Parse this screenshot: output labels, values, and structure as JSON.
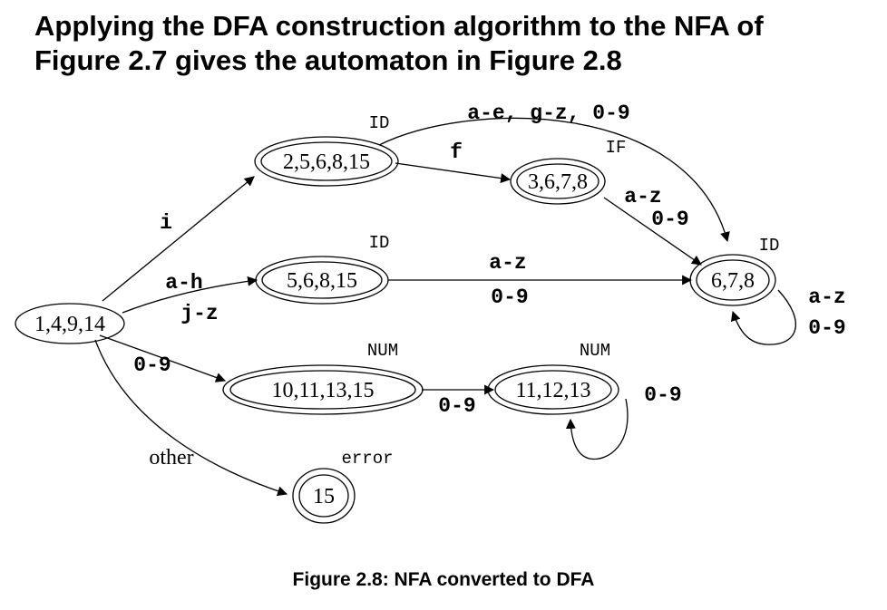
{
  "heading": {
    "line1": "Applying the DFA construction algorithm to the NFA of",
    "line2": "Figure 2.7 gives the automaton in Figure 2.8"
  },
  "caption": "Figure 2.8: NFA converted to DFA",
  "states": {
    "start": {
      "label": "1,4,9,14"
    },
    "s2568_15": {
      "label": "2,5,6,8,15",
      "tag": "ID"
    },
    "s3678": {
      "label": "3,6,7,8",
      "tag": "IF"
    },
    "s568_15": {
      "label": "5,6,8,15",
      "tag": "ID"
    },
    "s678": {
      "label": "6,7,8",
      "tag": "ID"
    },
    "s10111315": {
      "label": "10,11,13,15",
      "tag": "NUM"
    },
    "s111213": {
      "label": "11,12,13",
      "tag": "NUM"
    },
    "s15": {
      "label": "15",
      "tag": "error"
    }
  },
  "edges": {
    "start_to_s2568_15": "i",
    "start_to_s568_15_a": "a-h",
    "start_to_s568_15_b": "j-z",
    "start_to_s10111315": "0-9",
    "start_to_s15": "other",
    "s2568_15_to_s678": "a-e, g-z, 0-9",
    "s2568_15_to_s3678": "f",
    "s3678_to_s678_a": "a-z",
    "s3678_to_s678_b": "0-9",
    "s568_15_to_s678_a": "a-z",
    "s568_15_to_s678_b": "0-9",
    "s678_loop_a": "a-z",
    "s678_loop_b": "0-9",
    "s10111315_to_s111213": "0-9",
    "s111213_loop": "0-9"
  }
}
